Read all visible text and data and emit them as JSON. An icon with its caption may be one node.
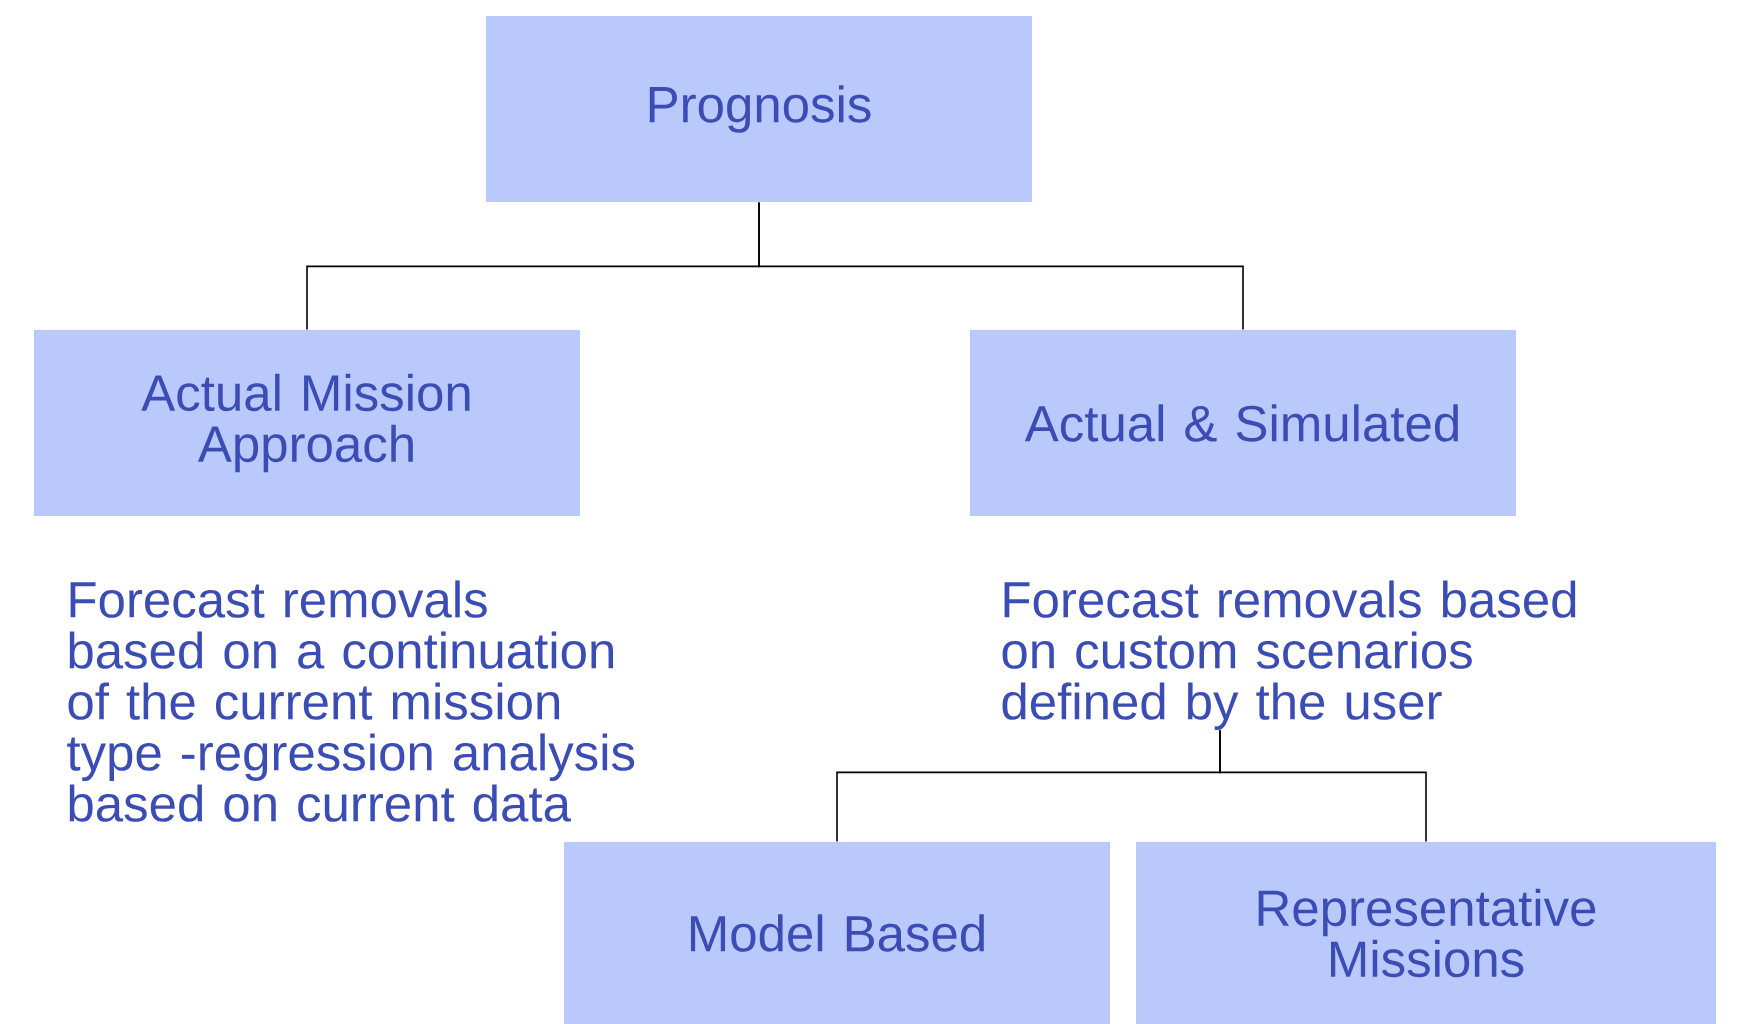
{
  "diagram": {
    "nodes": [
      {
        "text": [
          "Prognosis"
        ]
      },
      {
        "text": [
          "Actual Mission Approach"
        ]
      },
      {
        "text": [
          "Actual & Simulated"
        ]
      },
      {
        "text": [
          "Forecast removals based on custom scenarios defined by the user"
        ]
      },
      {
        "text": [
          "Model Based"
        ]
      },
      {
        "text": [
          "Representative Missions"
        ]
      }
    ],
    "edges": [
      {
        "from": 0,
        "to": 1,
        "arrow": "none"
      },
      {
        "from": 0,
        "to": 2,
        "arrow": "none"
      },
      {
        "from": 3,
        "to": 4,
        "arrow": "none"
      },
      {
        "from": 3,
        "to": 5,
        "arrow": "none"
      }
    ],
    "labels": [
      "Forecast removals based on a continuation of the current mission type -regression analysis based on current data"
    ]
  }
}
